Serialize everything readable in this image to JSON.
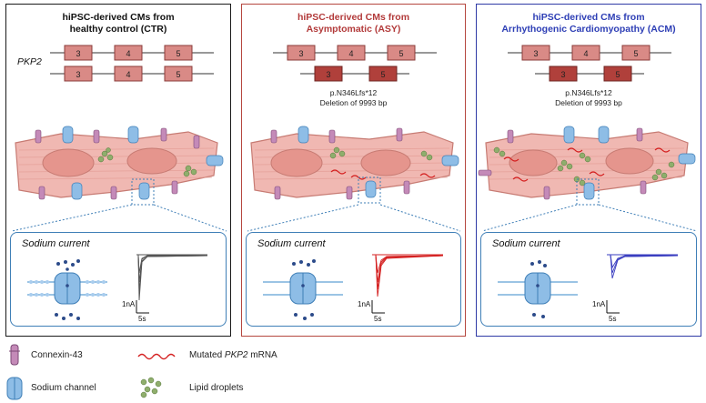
{
  "panels": [
    {
      "title": "hiPSC-derived CMs from\nhealthy control (CTR)",
      "color": "#111111"
    },
    {
      "title": "hiPSC-derived CMs from\nAsymptomatic (ASY)",
      "color": "#b23a3a",
      "mutation": "p.N346Lfs*12\nDeletion of 9993 bp"
    },
    {
      "title": "hiPSC-derived CMs from\nArrhythogenic Cardiomyopathy (ACM)",
      "color": "#2d3eb5",
      "mutation": "p.N346Lfs*12\nDeletion of 9993 bp"
    }
  ],
  "gene_label": "PKP2",
  "exons": {
    "normal": [
      "3",
      "4",
      "5"
    ],
    "deleted": [
      "3",
      "5"
    ]
  },
  "inset": {
    "title": "Sodium current",
    "scale_y": "1nA",
    "scale_x": "5s"
  },
  "trace_colors": {
    "ctr": "#555555",
    "asy": "#d42020",
    "acm": "#3a3ec0"
  },
  "legend": {
    "connexin": "Connexin-43",
    "sodium_channel": "Sodium channel",
    "mrna_prefix": "Mutated ",
    "mrna_gene": "PKP2",
    "mrna_suffix": " mRNA",
    "lipid": "Lipid droplets"
  }
}
